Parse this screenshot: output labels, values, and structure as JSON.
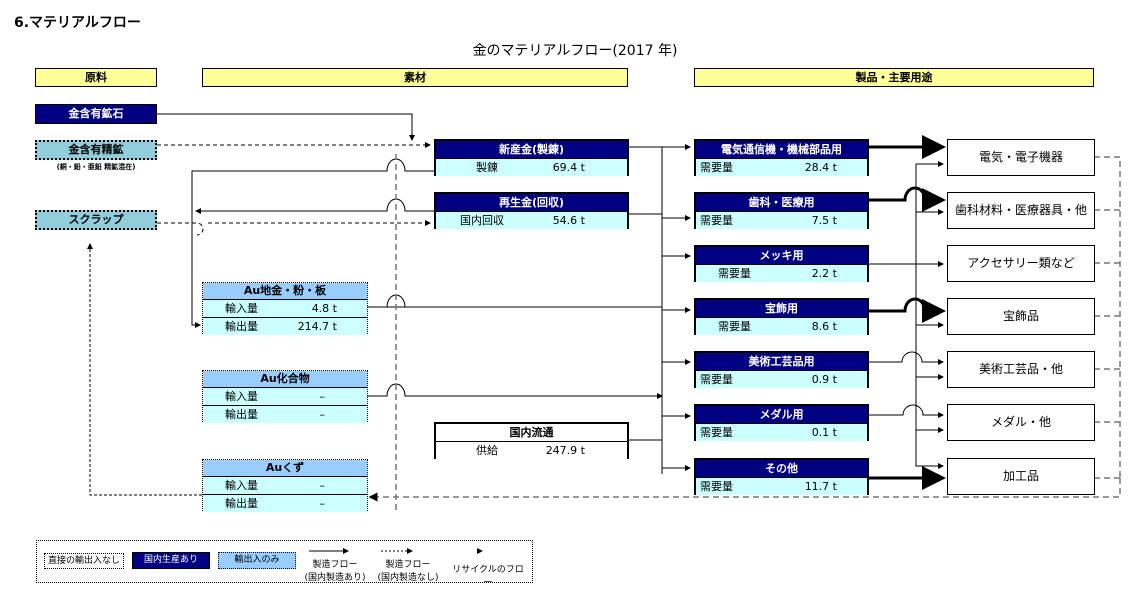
{
  "page_title": "6.マテリアルフロー",
  "diagram_title": "金のマテリアルフロー(2017 年)",
  "headers": [
    "原料",
    "素材",
    "製品・主要用途"
  ],
  "raw": {
    "ore": "金含有鉱石",
    "concentrate": "金含有精鉱",
    "concentrate_note": "(銅・鉛・亜鉛 精鉱混在)",
    "scrap": "スクラップ"
  },
  "materials": {
    "new_gold": {
      "title": "新産金(製錬)",
      "label": "製錬",
      "value": "69.4 t"
    },
    "recycled_gold": {
      "title": "再生金(回収)",
      "label": "国内回収",
      "value": "54.6 t"
    },
    "bullion": {
      "title": "Au地金・粉・板",
      "rows": [
        {
          "label": "輸入量",
          "value": "4.8 t"
        },
        {
          "label": "輸出量",
          "value": "214.7 t"
        }
      ]
    },
    "compound": {
      "title": "Au化合物",
      "rows": [
        {
          "label": "輸入量",
          "value": "–"
        },
        {
          "label": "輸出量",
          "value": "–"
        }
      ]
    },
    "domestic": {
      "title": "国内流通",
      "label": "供給",
      "value": "247.9 t"
    },
    "waste": {
      "title": "Auくず",
      "rows": [
        {
          "label": "輸入量",
          "value": "–"
        },
        {
          "label": "輸出量",
          "value": "–"
        }
      ]
    }
  },
  "uses": [
    {
      "title": "電気通信機・機械部品用",
      "label": "需要量",
      "value": "28.4 t"
    },
    {
      "title": "歯科・医療用",
      "label": "需要量",
      "value": "7.5 t"
    },
    {
      "title": "メッキ用",
      "label": "需要量",
      "value": "2.2 t"
    },
    {
      "title": "宝飾用",
      "label": "需要量",
      "value": "8.6 t"
    },
    {
      "title": "美術工芸品用",
      "label": "需要量",
      "value": "0.9 t"
    },
    {
      "title": "メダル用",
      "label": "需要量",
      "value": "0.1 t"
    },
    {
      "title": "その他",
      "label": "需要量",
      "value": "11.7 t"
    }
  ],
  "products": [
    "電気・電子機器",
    "歯科材料・医療器具・他",
    "アクセサリー類など",
    "宝飾品",
    "美術工芸品・他",
    "メダル・他",
    "加工品"
  ],
  "legend": {
    "none": "直接の輸出入なし",
    "domestic": "国内生産あり",
    "trade": "輸出入のみ",
    "flow1a": "製造フロー",
    "flow1b": "(国内製造あり)",
    "flow2a": "製造フロー",
    "flow2b": "(国内製造なし)",
    "recycle": "リサイクルのフロー"
  },
  "colors": {
    "navy": "#000080",
    "light_blue": "#92cddc",
    "cyan": "#ccffff",
    "header_yellow": "#ffff99"
  }
}
